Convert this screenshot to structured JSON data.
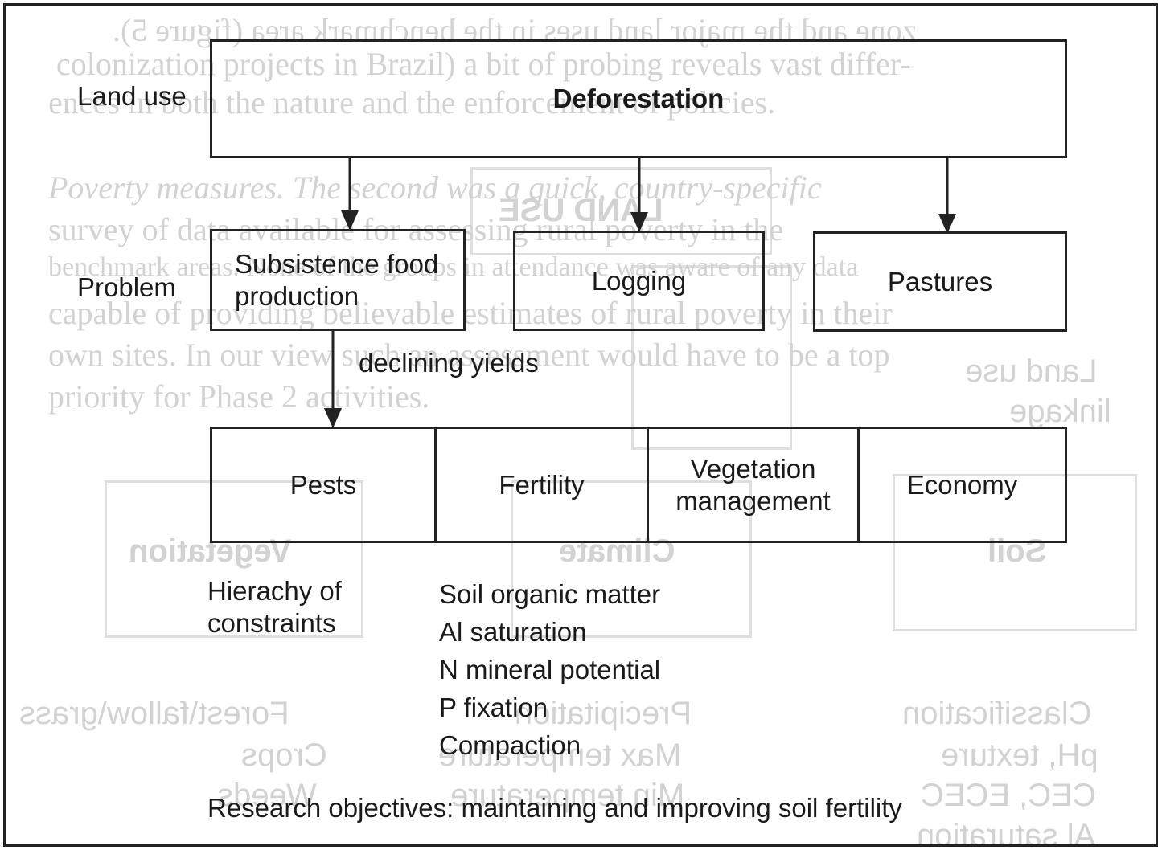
{
  "diagram": {
    "row_labels": {
      "land_use": "Land use",
      "problem": "Problem"
    },
    "top": {
      "deforestation": "Deforestation"
    },
    "problems": {
      "subsistence": [
        "Subsistence food",
        "production"
      ],
      "logging": "Logging",
      "pastures": "Pastures"
    },
    "edge_label": "declining yields",
    "constraints": {
      "pests": "Pests",
      "fertility": "Fertility",
      "vegetation": [
        "Vegetation",
        "management"
      ],
      "economy": "Economy"
    },
    "hierarchy_label": [
      "Hierachy of",
      "constraints"
    ],
    "fertility_factors": [
      "Soil organic matter",
      "Al saturation",
      "N mineral potential",
      "P fixation",
      "Compaction"
    ],
    "research_objectives": "Research objectives: maintaining and improving soil fertility"
  },
  "bleed_through": {
    "lines": [
      "zone and the major land uses in the benchmark area (figure 5).",
      "colonization projects in Brazil) a bit of probing reveals vast differ-",
      "ences in both the nature and the enforcement of policies.",
      "Poverty measures. The second was a quick, country-specific",
      "survey of data available for assessing rural poverty in the",
      "benchmark areas. None of the groups in attendance was aware of any data",
      "capable of providing believable estimates of rural poverty in their",
      "own sites. In our view such an assessment would have to be a top",
      "priority for Phase 2 activities."
    ],
    "labels": {
      "linkage_1": "Land use",
      "linkage_2": "linkage",
      "vegetation": "Vegetation",
      "climate": "Climate",
      "soil": "Soil",
      "veg_list": [
        "Forest\\fallow\\grass",
        "Crops",
        "Weeds"
      ],
      "clim_list": [
        "Precipitation",
        "Max temperature",
        "Min temperature"
      ],
      "soil_list": [
        "Classification",
        "pH, texture",
        "CEC, ECEC",
        "Al saturation"
      ],
      "top_box": "LAND USE"
    }
  },
  "colors": {
    "ink": "#1a1a1a",
    "ghost": "#d2d2d2",
    "background": "#ffffff"
  }
}
